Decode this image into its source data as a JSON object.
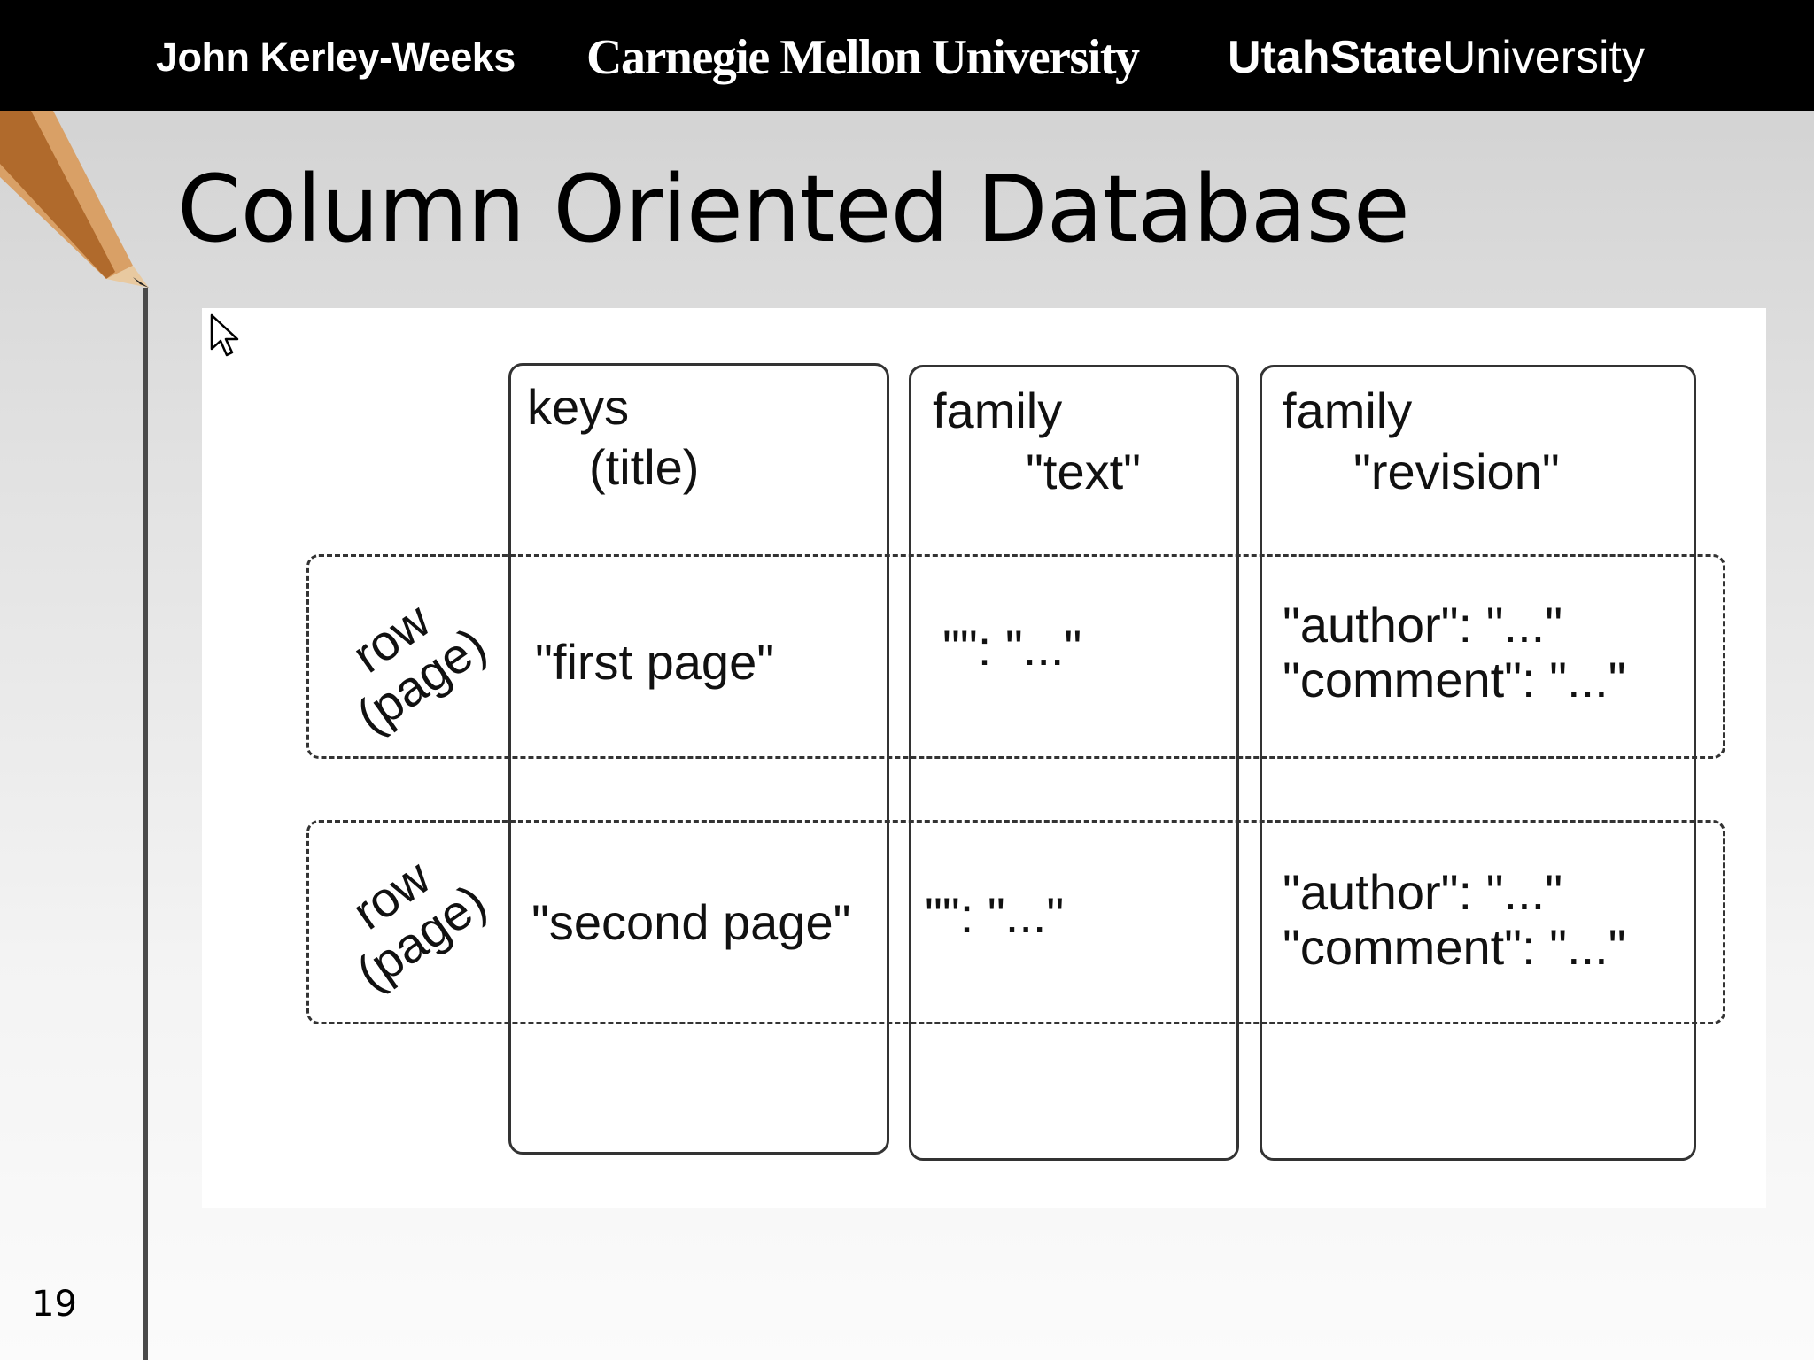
{
  "header": {
    "author": "John Kerley-Weeks",
    "university1": "Carnegie Mellon University",
    "university2_bold": "UtahState",
    "university2_rest": "University"
  },
  "slide": {
    "title": "Column Oriented Database",
    "number": "19"
  },
  "diagram": {
    "columns": [
      {
        "line1": "keys",
        "line2": "(title)"
      },
      {
        "line1": "family",
        "line2": "\"text\""
      },
      {
        "line1": "family",
        "line2": "\"revision\""
      }
    ],
    "rows": [
      {
        "label_line1": "row",
        "label_line2": "(page)",
        "key": "\"first page\"",
        "text": "\"\": \"...\"",
        "revision_line1": "\"author\": \"...\"",
        "revision_line2": "\"comment\": \"...\""
      },
      {
        "label_line1": "row",
        "label_line2": "(page)",
        "key": "\"second page\"",
        "text": "\"\": \"...\"",
        "revision_line1": "\"author\": \"...\"",
        "revision_line2": "\"comment\": \"...\""
      }
    ]
  },
  "icons": {
    "pencil": "pencil-icon",
    "cursor": "mouse-cursor-icon"
  }
}
